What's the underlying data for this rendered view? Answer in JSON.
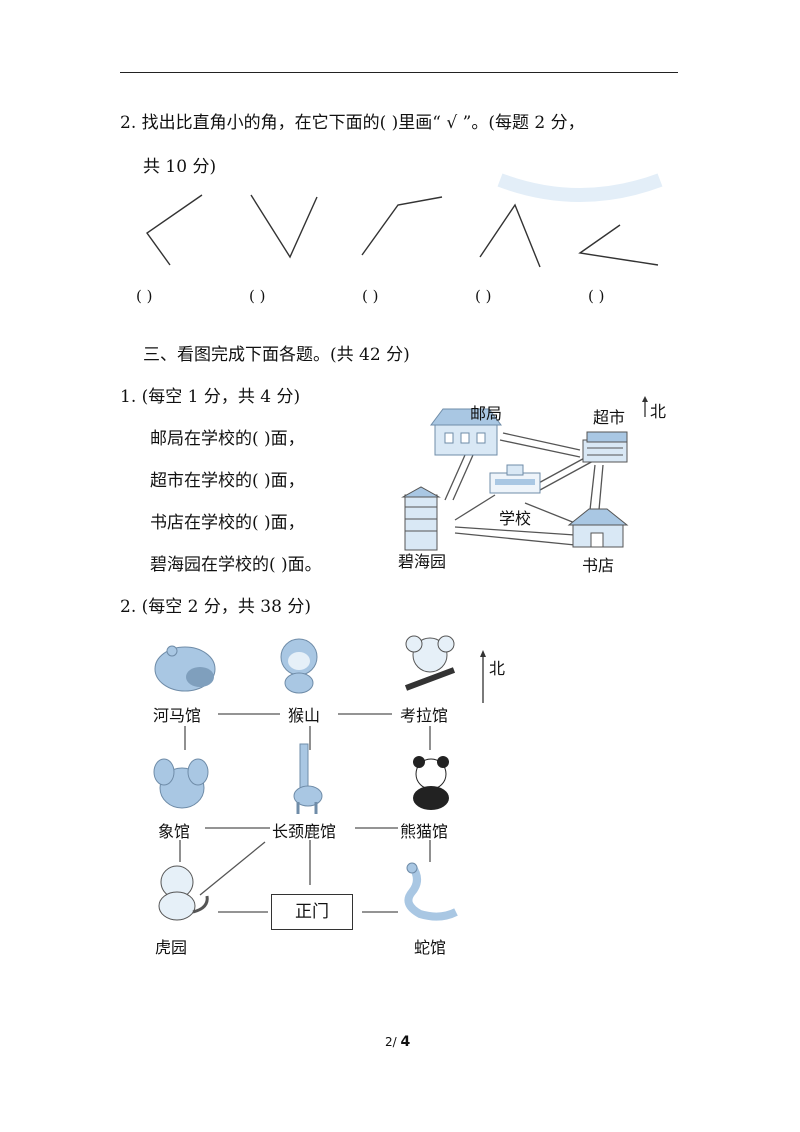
{
  "q2": {
    "line1": "2. 找出比直角小的角，在它下面的(          )里画“ √ ”。(每题 2 分，",
    "line2": "共 10 分)",
    "blanks": [
      "(          )",
      "(          )",
      "(          )",
      "(          )",
      "(          )"
    ]
  },
  "section3": {
    "title": "三、看图完成下面各题。(共 42 分)",
    "q1": {
      "header": "1. (每空 1 分，共 4 分)",
      "items": [
        "邮局在学校的(          )面，",
        "超市在学校的(          )面，",
        "书店在学校的(          )面，",
        "碧海园在学校的(          )面。"
      ],
      "map": {
        "north": "北",
        "places": {
          "post_office": "邮局",
          "supermarket": "超市",
          "school": "学校",
          "bihaiyuan": "碧海园",
          "bookstore": "书店"
        }
      }
    },
    "q2": {
      "header": "2. (每空 2 分，共 38 分)",
      "north": "北",
      "zoo": {
        "hippo": "河马馆",
        "monkey": "猴山",
        "koala": "考拉馆",
        "elephant": "象馆",
        "giraffe": "长颈鹿馆",
        "panda": "熊猫馆",
        "tiger": "虎园",
        "gate": "正门",
        "snake": "蛇馆"
      }
    }
  },
  "footer": {
    "page": "2/",
    "total": "4"
  },
  "colors": {
    "icon_blue": "#a9c7e3",
    "line": "#555555",
    "text": "#111111"
  }
}
